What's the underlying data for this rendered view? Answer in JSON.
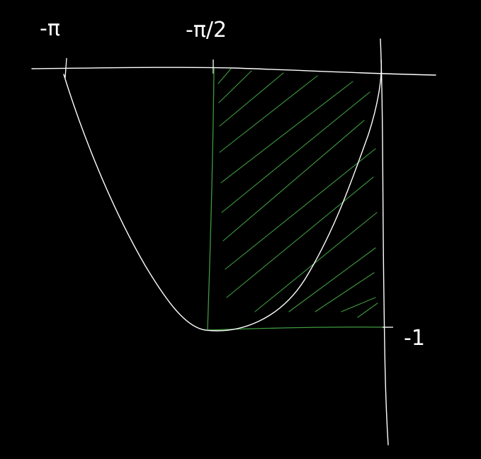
{
  "labels": {
    "neg_pi": "-π",
    "neg_pi_over_2": "-π/2",
    "neg_one": "-1"
  },
  "colors": {
    "background": "#000000",
    "curve": "#ffffff",
    "axis": "#ffffff",
    "shade": "#3f9a3f"
  }
}
